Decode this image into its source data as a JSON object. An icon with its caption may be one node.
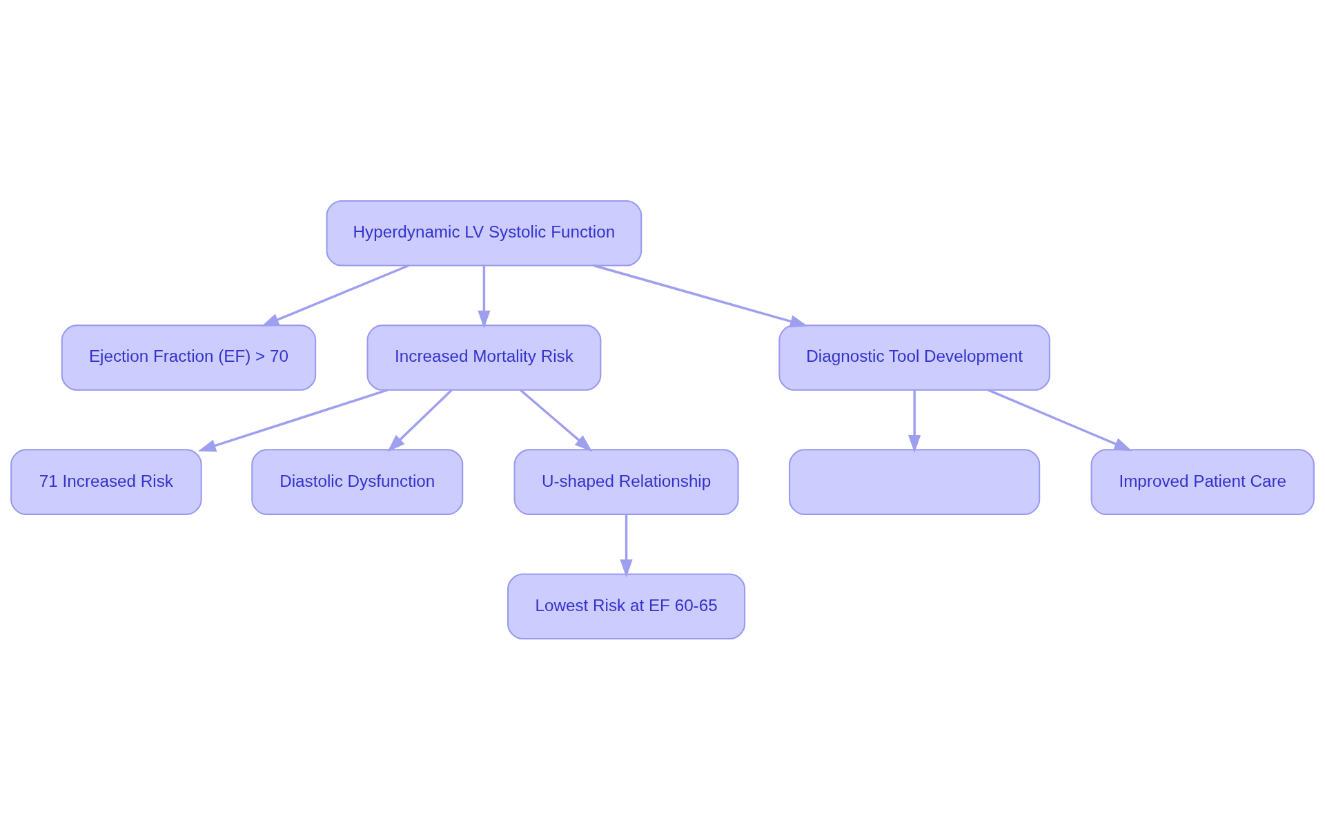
{
  "diagram": {
    "nodes": [
      {
        "text": [
          "Hyperdynamic LV Systolic Function"
        ]
      },
      {
        "text": [
          "Ejection Fraction (EF) > 70"
        ]
      },
      {
        "text": [
          "Increased Mortality Risk"
        ]
      },
      {
        "text": [
          "Diagnostic Tool Development"
        ]
      },
      {
        "text": [
          "71 Increased Risk"
        ]
      },
      {
        "text": [
          "Diastolic Dysfunction"
        ]
      },
      {
        "text": [
          "U-shaped Relationship"
        ]
      },
      {
        "text": [],
        "shape": "box"
      },
      {
        "text": [
          "Improved Patient Care"
        ]
      },
      {
        "text": [
          "Lowest Risk at EF 60-65"
        ]
      }
    ],
    "edges": [
      {
        "from": 0,
        "to": 1,
        "arrow": "to"
      },
      {
        "from": 0,
        "to": 2,
        "arrow": "to"
      },
      {
        "from": 0,
        "to": 3,
        "arrow": "to"
      },
      {
        "from": 2,
        "to": 4,
        "arrow": "to"
      },
      {
        "from": 2,
        "to": 5,
        "arrow": "to"
      },
      {
        "from": 2,
        "to": 6,
        "arrow": "to"
      },
      {
        "from": 3,
        "to": 7,
        "arrow": "to"
      },
      {
        "from": 3,
        "to": 8,
        "arrow": "to"
      },
      {
        "from": 6,
        "to": 9,
        "arrow": "to"
      }
    ]
  }
}
